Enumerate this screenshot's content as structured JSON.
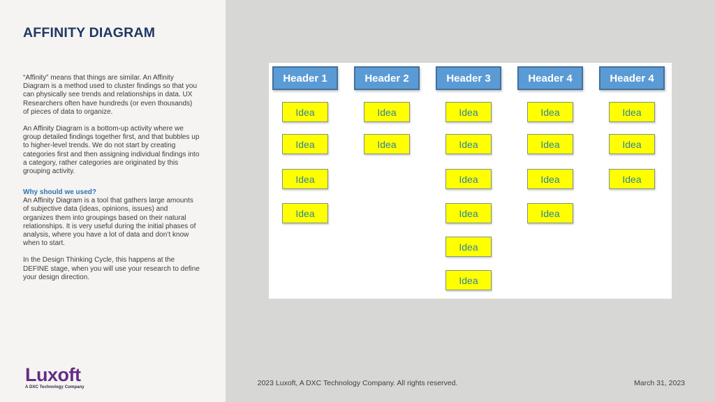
{
  "content": {
    "title": "AFFINITY DIAGRAM",
    "paragraph1": "“Affinity” means that things are similar. An Affinity Diagram is a method used to cluster findings so that you can physically see trends and relationships in data. UX Researchers often have hundreds (or even thousands) of pieces of data to organize.",
    "paragraph2": "An Affinity Diagram is a bottom-up activity where we group detailed findings together first, and that bubbles up to higher-level trends. We do not start by creating categories first and then assigning individual findings into a category, rather categories are originated by this grouping activity.",
    "subheading": "Why should we used?",
    "paragraph3": "An Affinity Diagram is a tool that gathers large amounts of subjective data (ideas, opinions, issues) and organizes them into groupings based on their natural relationships. It is very useful during the initial phases of analysis, where you have a lot of data and don’t know when to start.",
    "paragraph4": "In the Design Thinking Cycle, this happens at the DEFINE stage, when you will use your research to define your design direction."
  },
  "diagram": {
    "columns": [
      {
        "header": "Header 1",
        "ideas": [
          "Idea",
          "Idea",
          "Idea",
          "Idea"
        ]
      },
      {
        "header": "Header 2",
        "ideas": [
          "Idea",
          "Idea"
        ]
      },
      {
        "header": "Header 3",
        "ideas": [
          "Idea",
          "Idea",
          "Idea",
          "Idea",
          "Idea",
          "Idea"
        ]
      },
      {
        "header": "Header 4",
        "ideas": [
          "Idea",
          "Idea",
          "Idea",
          "Idea"
        ]
      },
      {
        "header": "Header 4",
        "ideas": [
          "Idea",
          "Idea",
          "Idea"
        ]
      }
    ],
    "colors": {
      "header_fill": "#5B9BD5",
      "header_border": "#41719C",
      "header_text": "#FFFFFF",
      "idea_fill": "#FFFF00",
      "idea_border": "#7F9485",
      "idea_text": "#2E859E"
    }
  },
  "footer": {
    "logo_text": "Luxoft",
    "logo_tagline": "A DXC Technology Company",
    "copyright": "2023 Luxoft, A DXC Technology Company. All rights reserved.",
    "date": "March 31, 2023"
  },
  "theme": {
    "title_color": "#1F3864",
    "subheading_color": "#2E74B5",
    "left_panel_bg": "#F5F4F2",
    "slide_bg": "#D7D7D6",
    "diagram_bg": "#FFFFFF",
    "brand_purple": "#662D86"
  }
}
